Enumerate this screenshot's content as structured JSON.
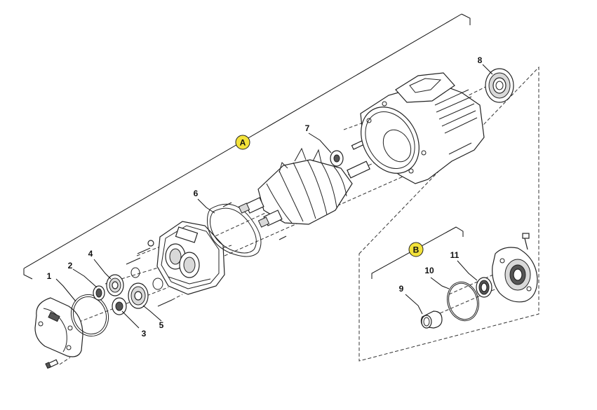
{
  "badges": {
    "a": "A",
    "b": "B"
  },
  "badge_color": "#f3e23a",
  "labels": {
    "p1": "1",
    "p2": "2",
    "p3": "3",
    "p4": "4",
    "p5": "5",
    "p6": "6",
    "p7": "7",
    "p8": "8",
    "p9": "9",
    "p10": "10",
    "p11": "11"
  }
}
